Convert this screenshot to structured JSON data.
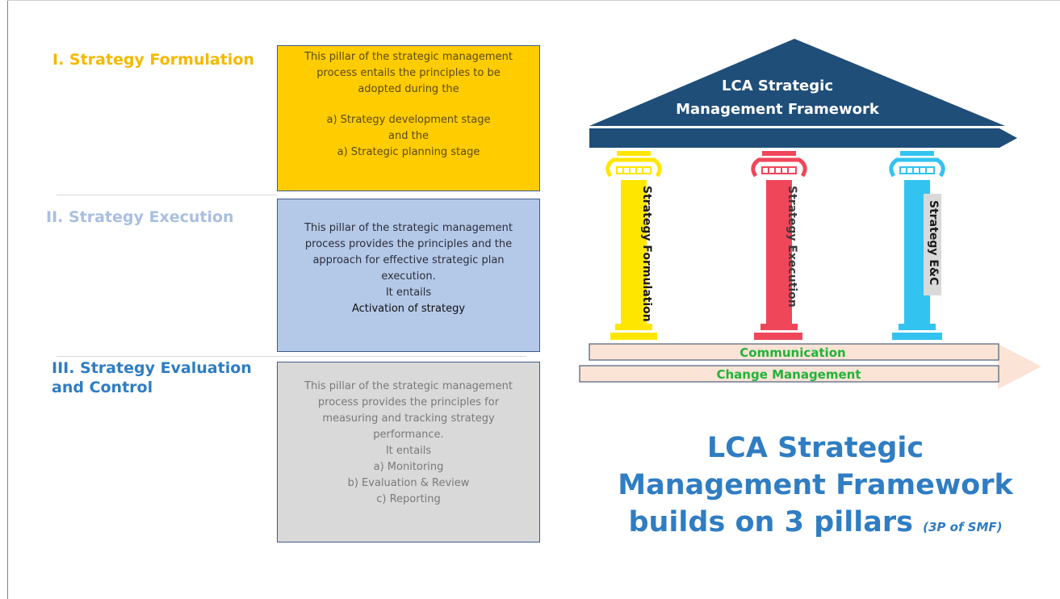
{
  "pillars_list": {
    "formulation": {
      "heading": "I. Strategy Formulation",
      "intro": [
        "This pillar of the strategic management",
        "process entails the principles to be",
        "adopted during the"
      ],
      "items": [
        "a)     Strategy development stage",
        "and the",
        "a)     Strategic planning stage"
      ]
    },
    "execution": {
      "heading": "II. Strategy Execution",
      "intro": [
        "This pillar of the strategic management",
        "process provides the principles and the",
        "approach for effective strategic plan",
        "execution."
      ],
      "entails": "It entails",
      "highlight": "Activation of strategy"
    },
    "evaluation": {
      "heading": "III. Strategy Evaluation and Control",
      "intro": [
        "This pillar of the strategic management",
        "process provides the principles for",
        "measuring and tracking strategy",
        "performance."
      ],
      "entails": "It entails",
      "items": [
        "a)     Monitoring",
        "b)     Evaluation & Review",
        "c)     Reporting"
      ]
    }
  },
  "temple": {
    "roof_line1": "LCA Strategic",
    "roof_line2": "Management Framework",
    "columns": [
      "Strategy Formulation",
      "Strategy Execution",
      "Strategy E&C"
    ],
    "base_line1": "Communication",
    "base_line2": "Change Management"
  },
  "summary": {
    "line1": "LCA  Strategic",
    "line2": "Management Framework",
    "line3": "builds on 3 pillars ",
    "tag": "(3P of SMF)"
  },
  "colors": {
    "formulation": "#ffcc00",
    "execution": "#b4c8e8",
    "evaluation": "#d9d9d9",
    "roof": "#1f4e79",
    "col_yellow": "#ffe600",
    "col_red": "#f0465a",
    "col_blue": "#33c3f0",
    "title_blue": "#2f7dc3",
    "base_green": "#21b33a"
  }
}
